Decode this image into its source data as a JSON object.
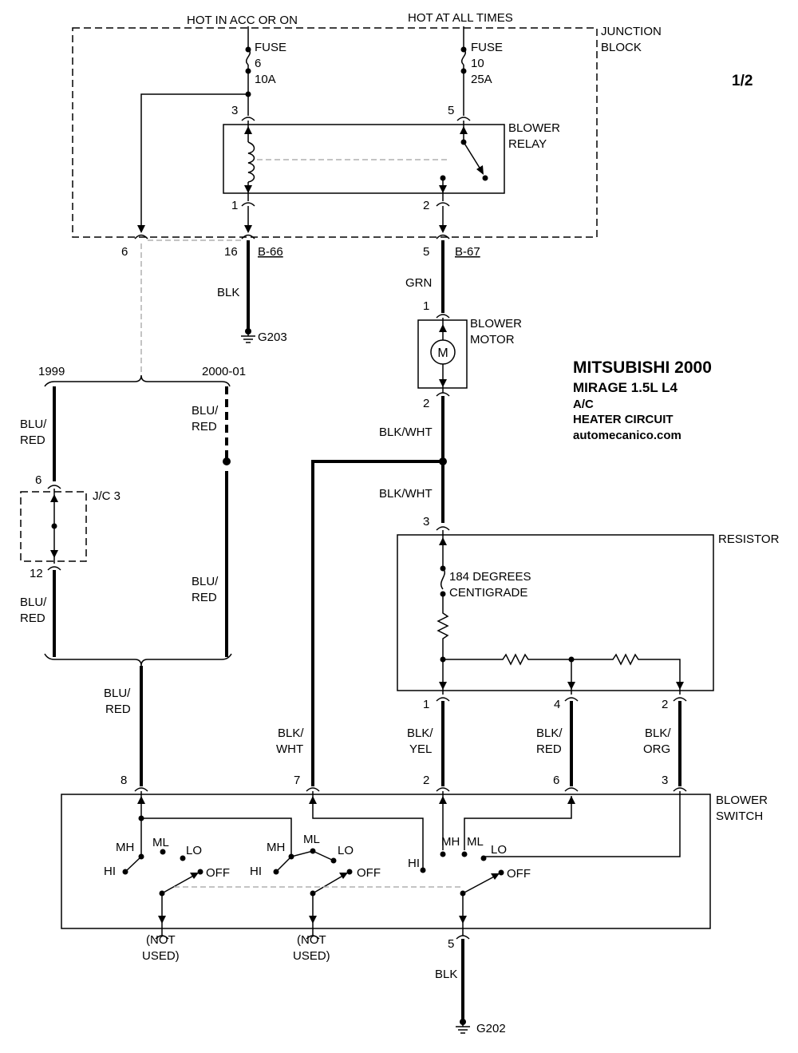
{
  "page": {
    "sheet": "1/2"
  },
  "title": {
    "line1": "MITSUBISHI 2000",
    "line2": "MIRAGE  1.5L  L4",
    "line3": "A/C",
    "line4": "HEATER CIRCUIT",
    "site": "automecanico.com"
  },
  "power": {
    "acc_label": "HOT IN ACC OR ON",
    "always_label": "HOT AT ALL TIMES"
  },
  "junction_block": {
    "label1": "JUNCTION",
    "label2": "BLOCK",
    "fuse6": {
      "l1": "FUSE",
      "l2": "6",
      "l3": "10A"
    },
    "fuse10": {
      "l1": "FUSE",
      "l2": "10",
      "l3": "25A"
    },
    "pins": {
      "p3": "3",
      "p5": "5",
      "p1": "1",
      "p2": "2",
      "p6": "6",
      "p16": "16",
      "p5b": "5"
    },
    "conn_b66": "B-66",
    "conn_b67": "B-67"
  },
  "relay": {
    "l1": "BLOWER",
    "l2": "RELAY"
  },
  "ground_g203": {
    "wire": "BLK",
    "label": "G203"
  },
  "motor": {
    "wire_in": "GRN",
    "pin1": "1",
    "l1": "BLOWER",
    "l2": "MOTOR",
    "symbol": "M",
    "pin2": "2",
    "wire_out": "BLK/WHT",
    "wire_out2": "BLK/WHT"
  },
  "years": {
    "y1999": "1999",
    "y2000": "2000-01"
  },
  "left_wires": {
    "w1a": "BLU/",
    "w1b": "RED",
    "w2a": "BLU/",
    "w2b": "RED",
    "w3a": "BLU/",
    "w3b": "RED",
    "w4a": "BLU/",
    "w4b": "RED",
    "w5a": "BLU/",
    "w5b": "RED",
    "jc_label": "J/C 3",
    "jc_pin6": "6",
    "jc_pin12": "12"
  },
  "resistor": {
    "label": "RESISTOR",
    "pin3": "3",
    "fuse_l1": "184 DEGREES",
    "fuse_l2": "CENTIGRADE",
    "pin1": "1",
    "pin4": "4",
    "pin2": "2"
  },
  "switch_wires": {
    "bw_a": "BLK/",
    "bw_b": "WHT",
    "by_a": "BLK/",
    "by_b": "YEL",
    "br_a": "BLK/",
    "br_b": "RED",
    "bo_a": "BLK/",
    "bo_b": "ORG"
  },
  "blower_switch": {
    "l1": "BLOWER",
    "l2": "SWITCH",
    "pin8": "8",
    "pin7": "7",
    "pin2": "2",
    "pin6": "6",
    "pin3": "3",
    "pin5": "5",
    "mh": "MH",
    "ml": "ML",
    "lo": "LO",
    "hi": "HI",
    "off": "OFF",
    "not_used_1a": "(NOT",
    "not_used_1b": "USED)",
    "not_used_2a": "(NOT",
    "not_used_2b": "USED)"
  },
  "ground_g202": {
    "wire": "BLK",
    "label": "G202"
  }
}
